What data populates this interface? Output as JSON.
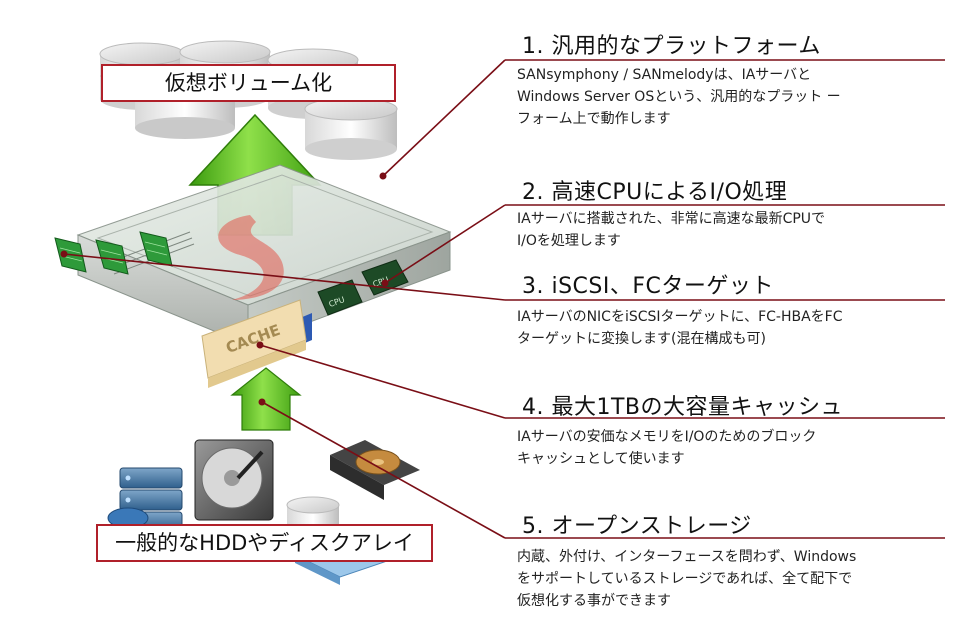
{
  "labels": {
    "top": "仮想ボリューム化",
    "bottom": "一般的なHDDやディスクアレイ"
  },
  "server": {
    "cache_label": "CACHE",
    "cpu_label": "CPU"
  },
  "features": [
    {
      "title": "1. 汎用的なプラットフォーム",
      "desc_lines": [
        "SANsymphony / SANmelodyは、IAサーバと",
        "Windows Server OSという、汎用的なプラット ー",
        "フォーム上で動作します"
      ]
    },
    {
      "title": "2. 高速CPUによるI/O処理",
      "desc_lines": [
        "IAサーバに搭載された、非常に高速な最新CPUで",
        "I/Oを処理します"
      ]
    },
    {
      "title": "3. iSCSI、FCターゲット",
      "desc_lines": [
        "IAサーバのNICをiSCSIターゲットに、FC-HBAをFC",
        "ターゲットに変換します(混在構成も可)"
      ]
    },
    {
      "title": "4. 最大1TBの大容量キャッシュ",
      "desc_lines": [
        "IAサーバの安価なメモリをI/Oのためのブロック",
        "キャッシュとして使います"
      ]
    },
    {
      "title": "5. オープンストレージ",
      "desc_lines": [
        "内蔵、外付け、インターフェースを問わず、Windows",
        "をサポートしているストレージであれば、全て配下で",
        "仮想化する事ができます"
      ]
    }
  ],
  "colors": {
    "accent": "#7a0e16",
    "box_border": "#b0202a",
    "arrow_green": "#5cc61e",
    "cache": "#f2ddb0",
    "chip": "#1d4a26"
  }
}
